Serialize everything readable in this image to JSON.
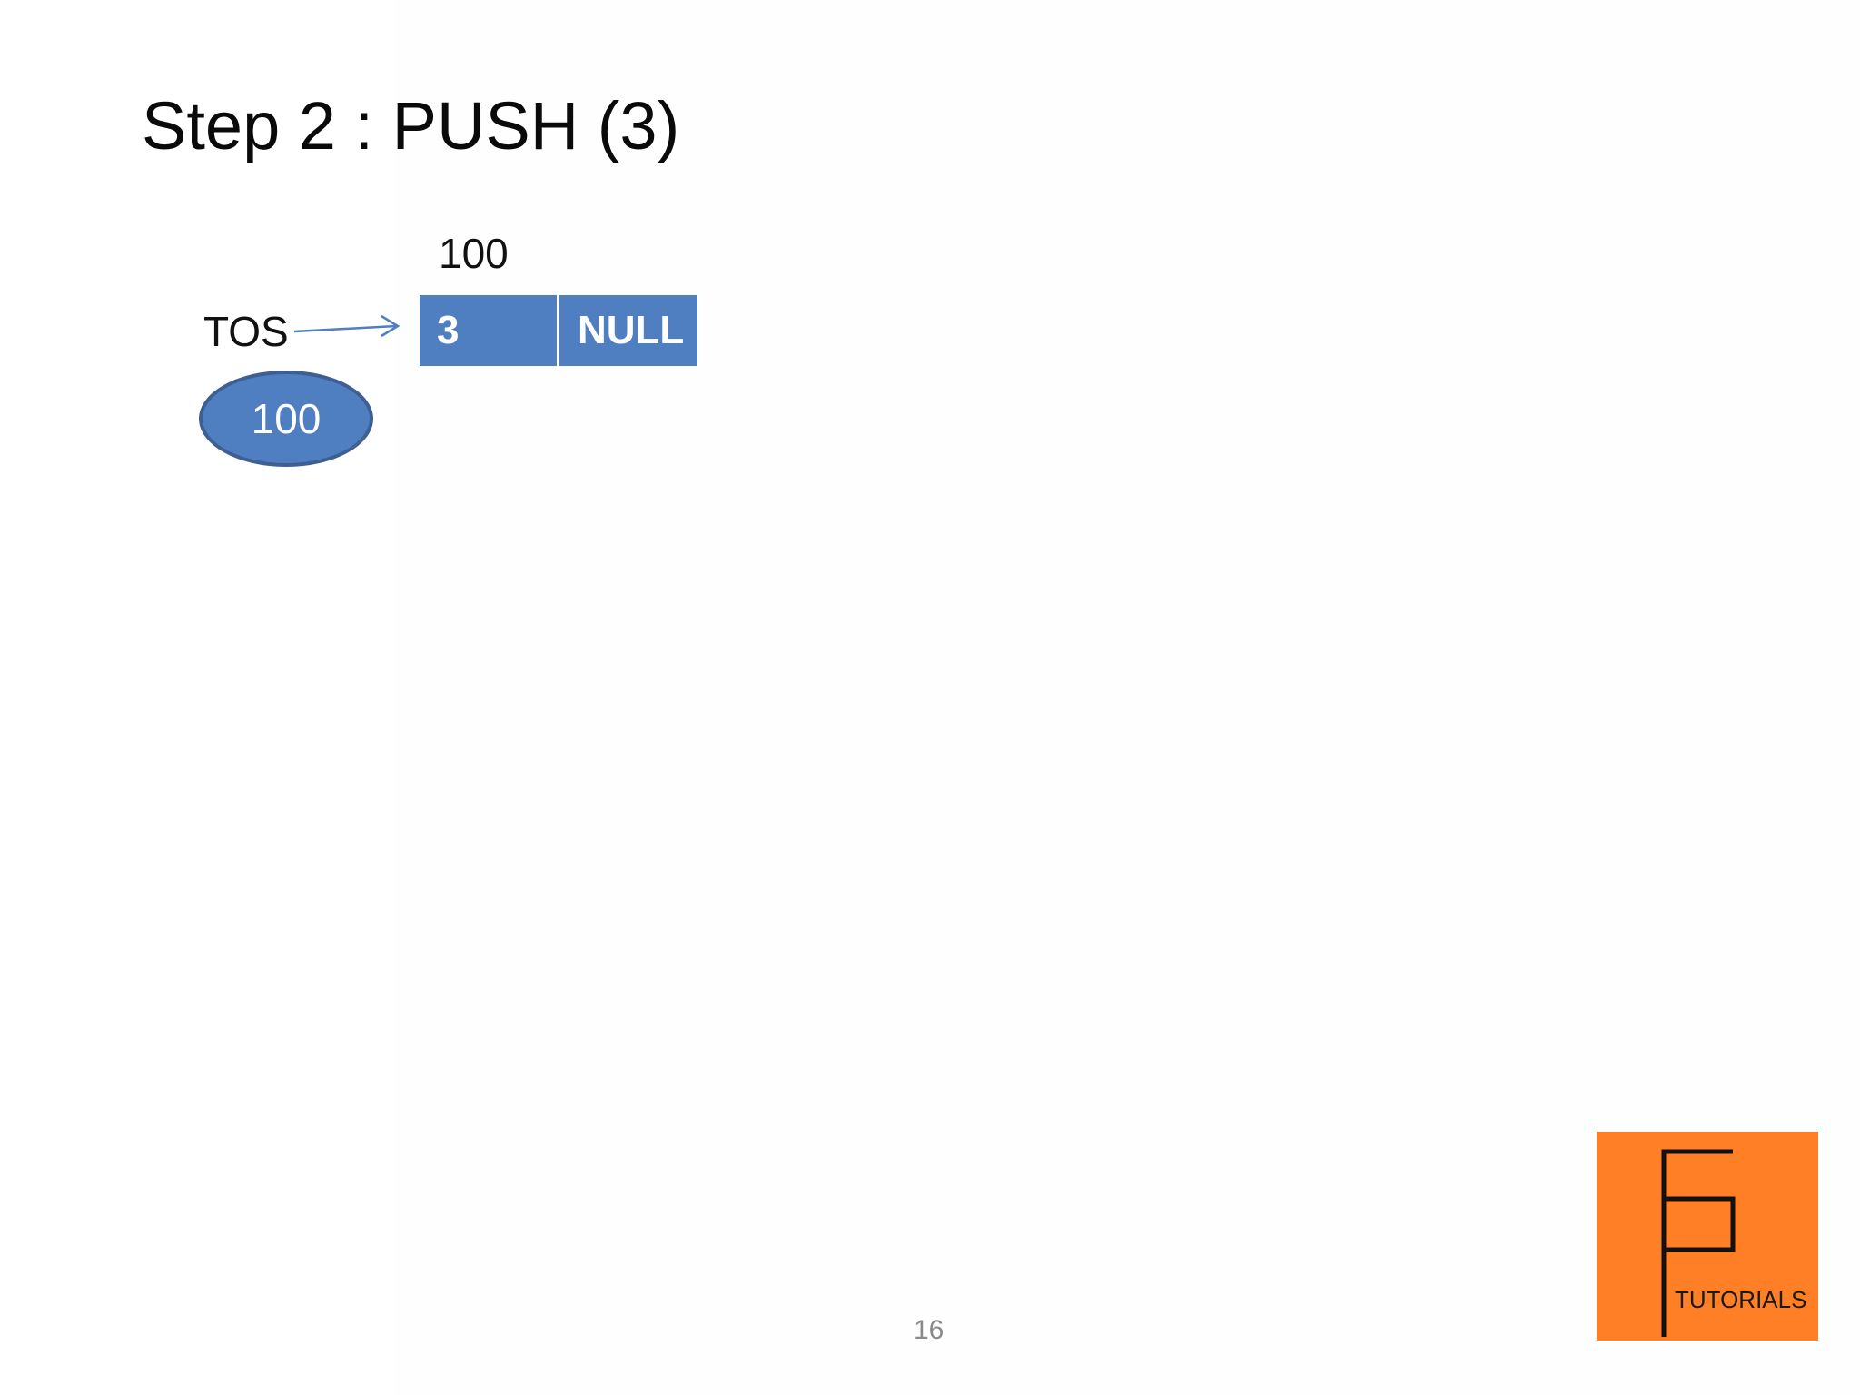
{
  "slide": {
    "title": "Step 2 : PUSH (3)",
    "page_number": "16"
  },
  "diagram": {
    "node_address": "100",
    "tos_label": "TOS",
    "node": {
      "data": "3",
      "next": "NULL"
    },
    "tos_value": "100"
  },
  "logo": {
    "text": "TUTORIALS",
    "background": "#ff7f27"
  },
  "colors": {
    "node_fill": "#4f7fc1",
    "oval_border": "#3d5f92",
    "arrow": "#4f7fc1"
  }
}
